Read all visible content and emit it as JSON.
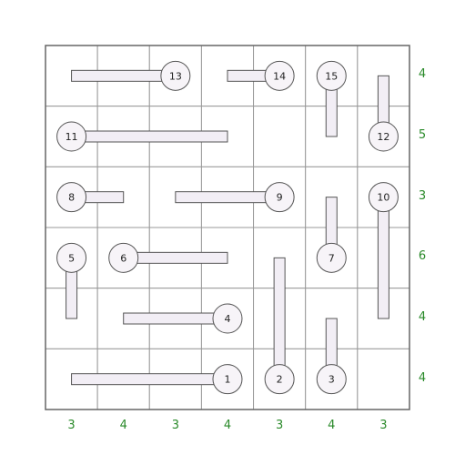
{
  "puzzle": {
    "cols": 7,
    "rows": 6,
    "column_clues": [
      "3",
      "4",
      "3",
      "4",
      "3",
      "4",
      "3"
    ],
    "row_clues": [
      "4",
      "5",
      "3",
      "6",
      "4",
      "4"
    ],
    "colors": {
      "grid_line": "#666666",
      "cell_border": "#999999",
      "bar_fill": "#f2eef5",
      "bar_stroke": "#555555",
      "circle_fill": "#f7f4f8",
      "circle_stroke": "#555555",
      "clue_text": "#2a8a2a"
    },
    "pieces": [
      {
        "label": "13",
        "col": 2,
        "row": 0,
        "dir": "left",
        "len": 2.0
      },
      {
        "label": "14",
        "col": 4,
        "row": 0,
        "dir": "left",
        "len": 1.0
      },
      {
        "label": "15",
        "col": 5,
        "row": 0,
        "dir": "down",
        "len": 1.0
      },
      {
        "label": "12",
        "col": 6,
        "row": 1,
        "dir": "up",
        "len": 1.0
      },
      {
        "label": "11",
        "col": 0,
        "row": 1,
        "dir": "right",
        "len": 3.0
      },
      {
        "label": "8",
        "col": 0,
        "row": 2,
        "dir": "right",
        "len": 1.0
      },
      {
        "label": "9",
        "col": 4,
        "row": 2,
        "dir": "left",
        "len": 2.0
      },
      {
        "label": "10",
        "col": 6,
        "row": 2,
        "dir": "down",
        "len": 2.0
      },
      {
        "label": "5",
        "col": 0,
        "row": 3,
        "dir": "down",
        "len": 1.0
      },
      {
        "label": "6",
        "col": 1,
        "row": 3,
        "dir": "right",
        "len": 2.0
      },
      {
        "label": "7",
        "col": 5,
        "row": 3,
        "dir": "up",
        "len": 1.0
      },
      {
        "label": "4",
        "col": 3,
        "row": 4,
        "dir": "left",
        "len": 2.0
      },
      {
        "label": "1",
        "col": 3,
        "row": 5,
        "dir": "left",
        "len": 3.0
      },
      {
        "label": "2",
        "col": 4,
        "row": 5,
        "dir": "up",
        "len": 2.0
      },
      {
        "label": "3",
        "col": 5,
        "row": 5,
        "dir": "up",
        "len": 1.0
      }
    ]
  }
}
